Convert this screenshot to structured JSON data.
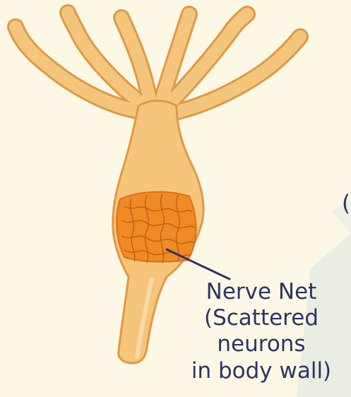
{
  "colors": {
    "background": "#fdf8e6",
    "body_fill": "#f6c57c",
    "body_outline": "#dd9a45",
    "nerve_net_fill": "#f08a24",
    "nerve_net_mesh": "#b8570f",
    "pointer_line": "#2c3460",
    "label_text": "#2c3460",
    "background_shape": "#dbe5df"
  },
  "labels": {
    "nerve_net": {
      "line1": "Nerve Net",
      "line2": "(Scattered",
      "line3": "neurons",
      "line4": "in body wall)"
    },
    "cut_off_fragment": "("
  }
}
